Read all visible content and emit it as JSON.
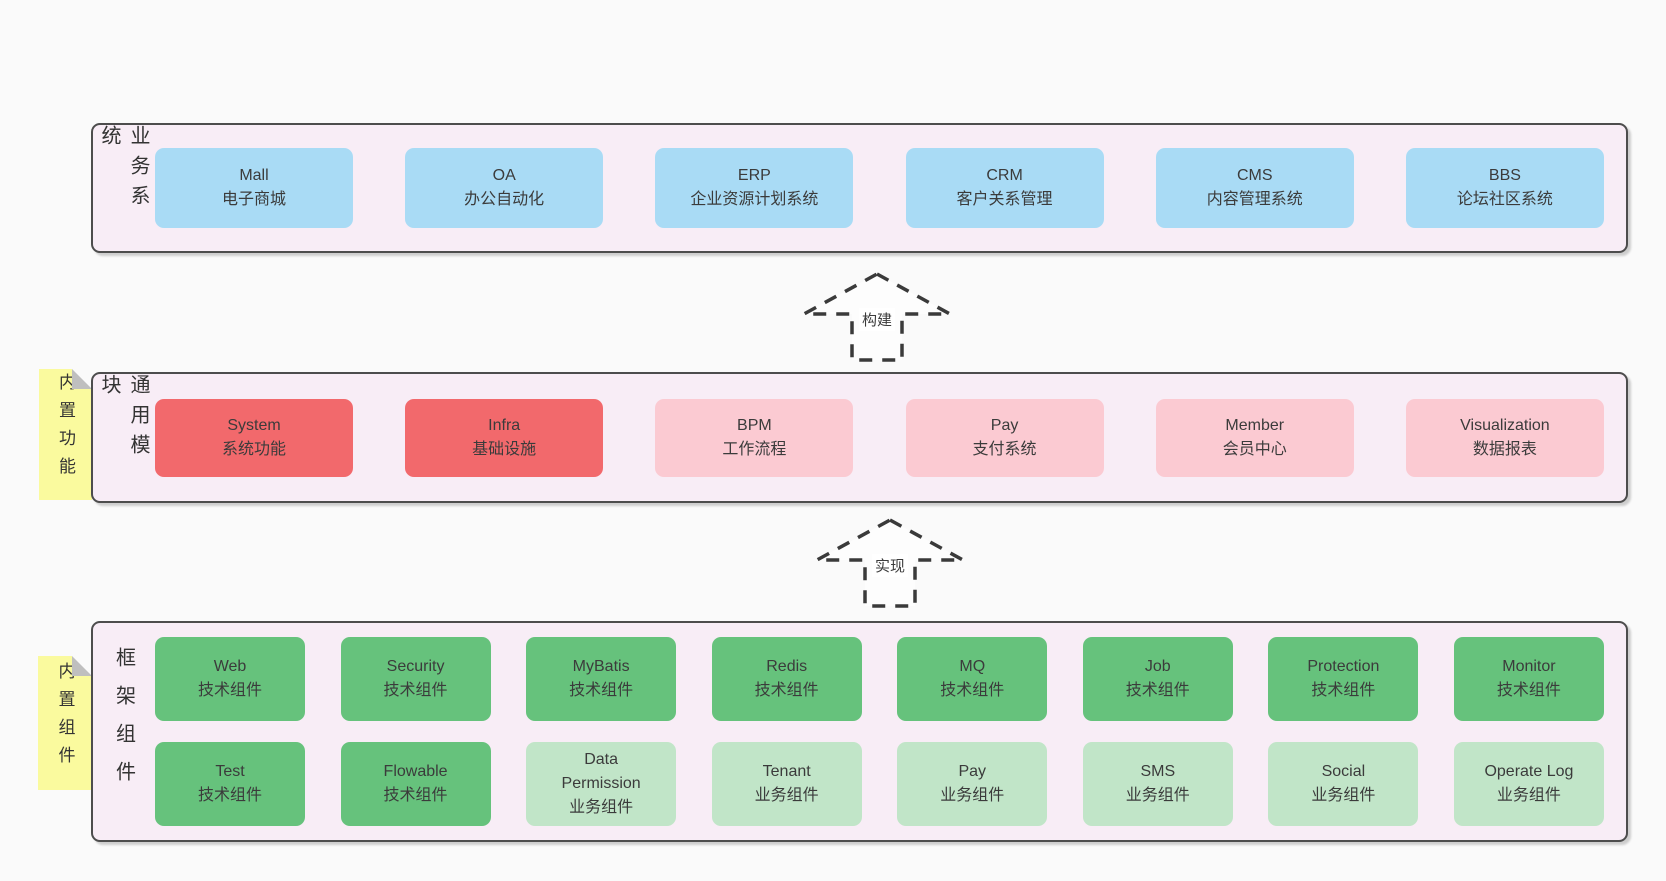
{
  "diagram": {
    "canvas_background": "#fafafa",
    "panel_background": "#f8edf6",
    "panel_border": "#4d4d4d",
    "note_color": "#fafa9e"
  },
  "colors": {
    "blue": "#a9dbf5",
    "red": "#f2696c",
    "pink": "#fbcad2",
    "green": "#66c27c",
    "light_green": "#c1e5c8"
  },
  "arrows": [
    {
      "label": "构建"
    },
    {
      "label": "实现"
    }
  ],
  "layers": [
    {
      "label": "业务系统",
      "note": null,
      "rows": [
        [
          {
            "name": "Mall",
            "desc": "电子商城",
            "color": "blue"
          },
          {
            "name": "OA",
            "desc": "办公自动化",
            "color": "blue"
          },
          {
            "name": "ERP",
            "desc": "企业资源计划系统",
            "color": "blue"
          },
          {
            "name": "CRM",
            "desc": "客户关系管理",
            "color": "blue"
          },
          {
            "name": "CMS",
            "desc": "内容管理系统",
            "color": "blue"
          },
          {
            "name": "BBS",
            "desc": "论坛社区系统",
            "color": "blue"
          }
        ]
      ]
    },
    {
      "label": "通用模块",
      "note": "内置功能",
      "rows": [
        [
          {
            "name": "System",
            "desc": "系统功能",
            "color": "red"
          },
          {
            "name": "Infra",
            "desc": "基础设施",
            "color": "red"
          },
          {
            "name": "BPM",
            "desc": "工作流程",
            "color": "pink"
          },
          {
            "name": "Pay",
            "desc": "支付系统",
            "color": "pink"
          },
          {
            "name": "Member",
            "desc": "会员中心",
            "color": "pink"
          },
          {
            "name": "Visualization",
            "desc": "数据报表",
            "color": "pink"
          }
        ]
      ]
    },
    {
      "label": "框架组件",
      "note": "内置组件",
      "rows": [
        [
          {
            "name": "Web",
            "desc": "技术组件",
            "color": "green"
          },
          {
            "name": "Security",
            "desc": "技术组件",
            "color": "green"
          },
          {
            "name": "MyBatis",
            "desc": "技术组件",
            "color": "green"
          },
          {
            "name": "Redis",
            "desc": "技术组件",
            "color": "green"
          },
          {
            "name": "MQ",
            "desc": "技术组件",
            "color": "green"
          },
          {
            "name": "Job",
            "desc": "技术组件",
            "color": "green"
          },
          {
            "name": "Protection",
            "desc": "技术组件",
            "color": "green"
          },
          {
            "name": "Monitor",
            "desc": "技术组件",
            "color": "green"
          }
        ],
        [
          {
            "name": "Test",
            "desc": "技术组件",
            "color": "green"
          },
          {
            "name": "Flowable",
            "desc": "技术组件",
            "color": "green"
          },
          {
            "name": "Data Permission",
            "desc": "业务组件",
            "color": "lightgreen"
          },
          {
            "name": "Tenant",
            "desc": "业务组件",
            "color": "lightgreen"
          },
          {
            "name": "Pay",
            "desc": "业务组件",
            "color": "lightgreen"
          },
          {
            "name": "SMS",
            "desc": "业务组件",
            "color": "lightgreen"
          },
          {
            "name": "Social",
            "desc": "业务组件",
            "color": "lightgreen"
          },
          {
            "name": "Operate Log",
            "desc": "业务组件",
            "color": "lightgreen"
          }
        ]
      ]
    }
  ]
}
